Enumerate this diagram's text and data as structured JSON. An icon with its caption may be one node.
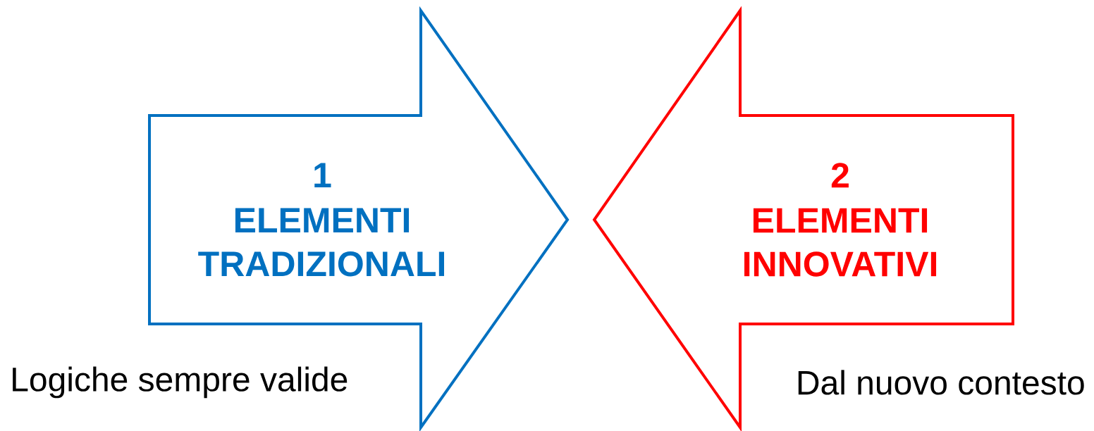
{
  "diagram": {
    "nodes": [
      {
        "text": [
          "1",
          "ELEMENTI TRADIZIONALI"
        ],
        "beside": [
          "Logiche sempre valide"
        ]
      },
      {
        "text": [
          "2",
          "ELEMENTI INNOVATIVI"
        ],
        "beside": [
          "Dal nuovo contesto"
        ]
      }
    ]
  }
}
